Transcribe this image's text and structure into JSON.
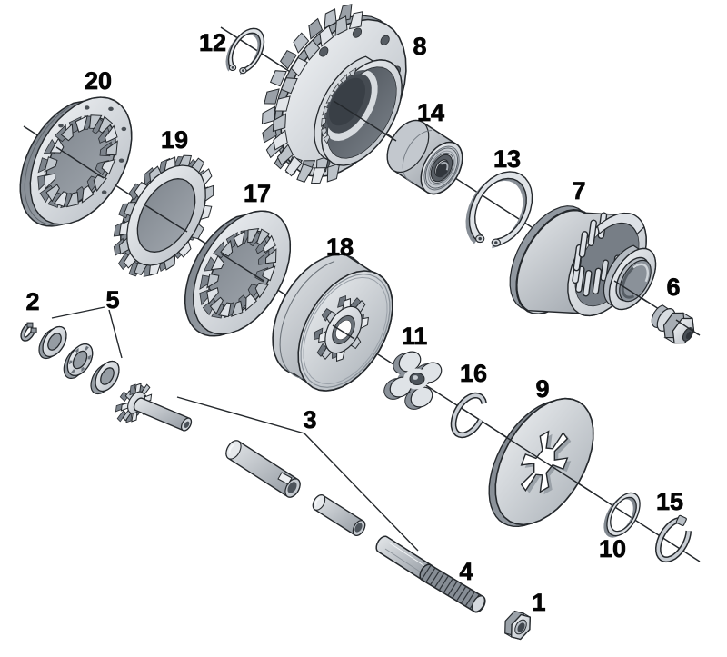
{
  "diagram": {
    "kind": "exploded-parts-diagram",
    "background": "#ffffff",
    "line_color": "#24282c",
    "label_color": "#050505",
    "labels": {
      "p1": "1",
      "p2": "2",
      "p3": "3",
      "p4": "4",
      "p5": "5",
      "p6": "6",
      "p7": "7",
      "p8": "8",
      "p9": "9",
      "p10": "10",
      "p11": "11",
      "p12": "12",
      "p13": "13",
      "p14": "14",
      "p15": "15",
      "p16": "16",
      "p17": "17",
      "p18": "18",
      "p19": "19",
      "p20": "20"
    }
  }
}
